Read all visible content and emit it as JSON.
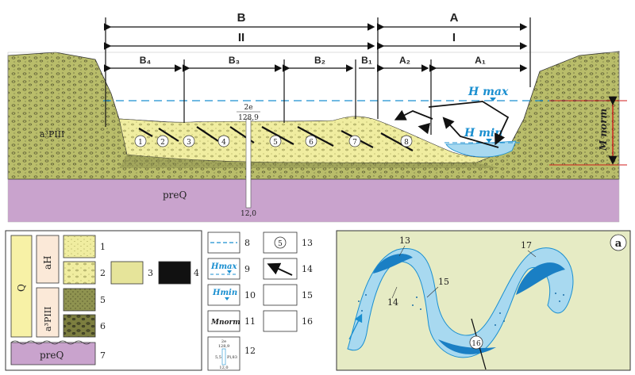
{
  "section_top": {
    "zone_B": "B",
    "zone_A": "A",
    "zone_II": "II",
    "zone_I": "I",
    "sub_B4": "B₄",
    "sub_B3": "B₃",
    "sub_B2": "B₂",
    "sub_B1": "B₁",
    "sub_A2": "A₂",
    "sub_A1": "A₁",
    "h_max": "H max",
    "h_min": "H min",
    "m_norm": "M norm",
    "terrace_label": "a³PIII",
    "bedrock_label": "preQ",
    "borehole_number": "2e",
    "borehole_elev": "128,9",
    "borehole_depth": "12,0",
    "circle_numbers": [
      "1",
      "2",
      "3",
      "4",
      "5",
      "6",
      "7",
      "8"
    ]
  },
  "legend": {
    "q": "Q",
    "ah": "aH",
    "a3p": "a³PIII",
    "preq": "preQ",
    "items": [
      "1",
      "2",
      "3",
      "4",
      "5",
      "6",
      "7"
    ],
    "sym_items": [
      "8",
      "9",
      "10",
      "11",
      "12",
      "13",
      "14",
      "15",
      "16"
    ],
    "sym_hmax": "Hmax",
    "sym_hmin": "Hmin",
    "sym_mnorm": "Mnorm",
    "sym_circle": "5",
    "bh_top": "2e",
    "bh_elev": "128,9",
    "bh_left": "5,5",
    "bh_right": "Pl,83",
    "bh_depth": "12,0"
  },
  "plan": {
    "tag": "a",
    "labels": [
      "13",
      "14",
      "15",
      "16",
      "17"
    ]
  },
  "colors": {
    "alluvium_pale": "#f0eda0",
    "terrace_green": "#b9bd6a",
    "bedrock": "#c9a3cd",
    "water": "#a8d9f0",
    "plan_bg": "#e6ebc4",
    "accent_blue": "#1a8fd0",
    "red": "#d01b1b"
  }
}
